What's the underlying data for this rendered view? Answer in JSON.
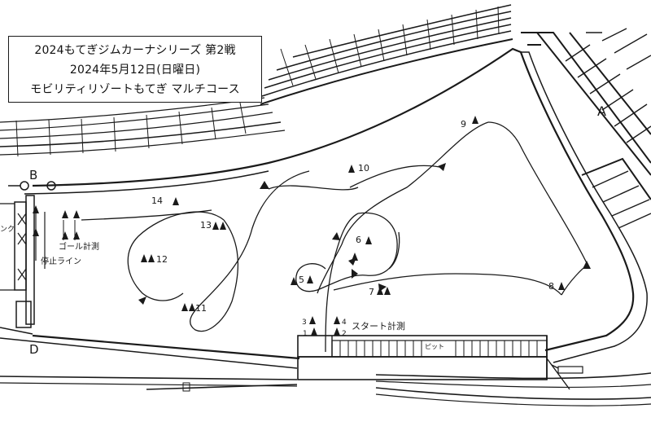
{
  "title": {
    "line1": "2024もてぎジムカーナシリーズ 第2戦",
    "line2": "2024年5月12日(日曜日)",
    "line3": "モビリティリゾートもてぎ マルチコース"
  },
  "area_labels": {
    "a": "A",
    "b": "B",
    "d": "D"
  },
  "pylon_numbers": {
    "n1": "1",
    "n2": "2",
    "n3": "3",
    "n4": "4",
    "n5": "5",
    "n6": "6",
    "n7": "7",
    "n8": "8",
    "n9": "9",
    "n10": "10",
    "n11": "11",
    "n12": "12",
    "n13": "13",
    "n14": "14"
  },
  "annotations": {
    "start_timing": "スタート計測",
    "goal_timing": "ゴール計測",
    "stop_line": "停止ライン",
    "pit": "ピット",
    "left_edge": "ンク"
  }
}
